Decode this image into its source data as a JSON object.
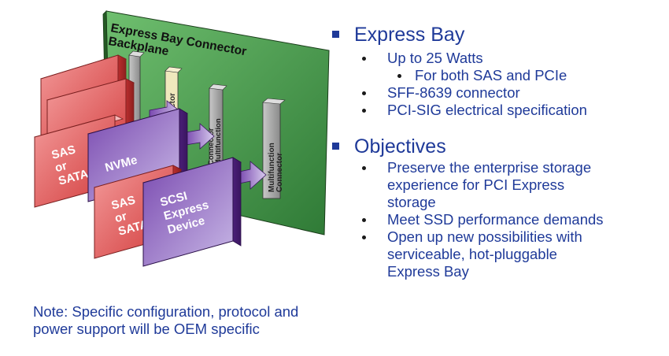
{
  "diagram": {
    "backplane_title_1": "Express Bay Connector",
    "backplane_title_2": "Backplane",
    "connector_label": "Connector",
    "connector_label_partial": "nector",
    "multifunction_connector": "Multifunction Connector",
    "multifunction_line1": "Multifunction",
    "multifunction_line2": "Connector",
    "card_sas": [
      "SAS",
      "or",
      "SATA"
    ],
    "card_nvme": "NVMe",
    "card_scsi": [
      "SCSI",
      "Express",
      "Device"
    ]
  },
  "sections": [
    {
      "title": "Express Bay",
      "items": [
        {
          "text": "Up to 25 Watts",
          "level": 1
        },
        {
          "text": "For both SAS and PCIe",
          "level": 2
        },
        {
          "text": "SFF-8639 connector",
          "level": 1
        },
        {
          "text": "PCI-SIG electrical specification",
          "level": 1
        }
      ]
    },
    {
      "title": "Objectives",
      "items": [
        {
          "text": "Preserve the enterprise storage",
          "cont": "experience for PCI Express",
          "cont2": "storage"
        },
        {
          "text": "Meet SSD performance demands"
        },
        {
          "text": "Open up new possibilities with",
          "cont": "serviceable, hot-pluggable",
          "cont2": "Express Bay"
        }
      ]
    }
  ],
  "note": {
    "line1": "Note: Specific configuration, protocol and",
    "line2": "power support will be OEM specific"
  },
  "colors": {
    "accent": "#1f3a99",
    "backplane": "#3e8a3e",
    "sas_card": "#e05858",
    "nvme_card": "#5a2b86",
    "connector": "#9a9a9a"
  }
}
